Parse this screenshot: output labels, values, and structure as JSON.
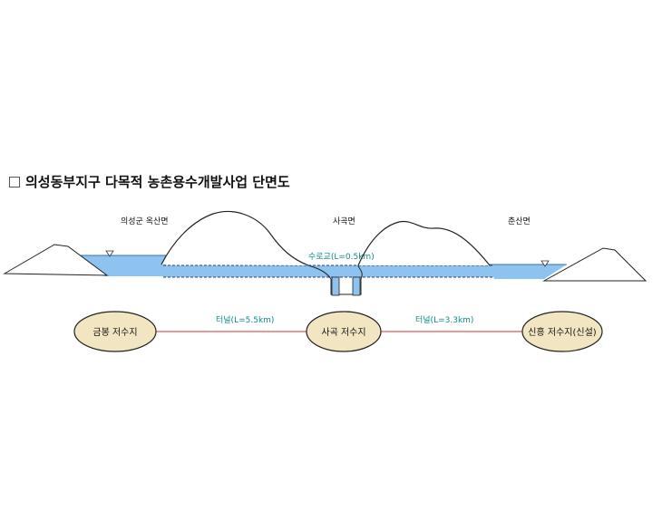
{
  "title": "의성동부지구 다목적 농촌용수개발사업 단면도",
  "regions": {
    "left": "의성군 옥산면",
    "center": "사곡면",
    "right": "춘산면"
  },
  "aqueduct_label": "수로교(L=0.5km)",
  "reservoirs": [
    {
      "name": "금봉 저수지"
    },
    {
      "name": "사곡 저수지"
    },
    {
      "name": "신흥 저수지(신설)"
    }
  ],
  "tunnels": [
    {
      "label": "터널(L=5.5km)"
    },
    {
      "label": "터널(L=3.3km)"
    }
  ],
  "colors": {
    "water": "#8ec3ef",
    "water_line": "#3b6fb0",
    "reservoir_fill": "#f2e6c2",
    "link_line": "#e05a5a",
    "teal_text": "#0f8a8a"
  }
}
